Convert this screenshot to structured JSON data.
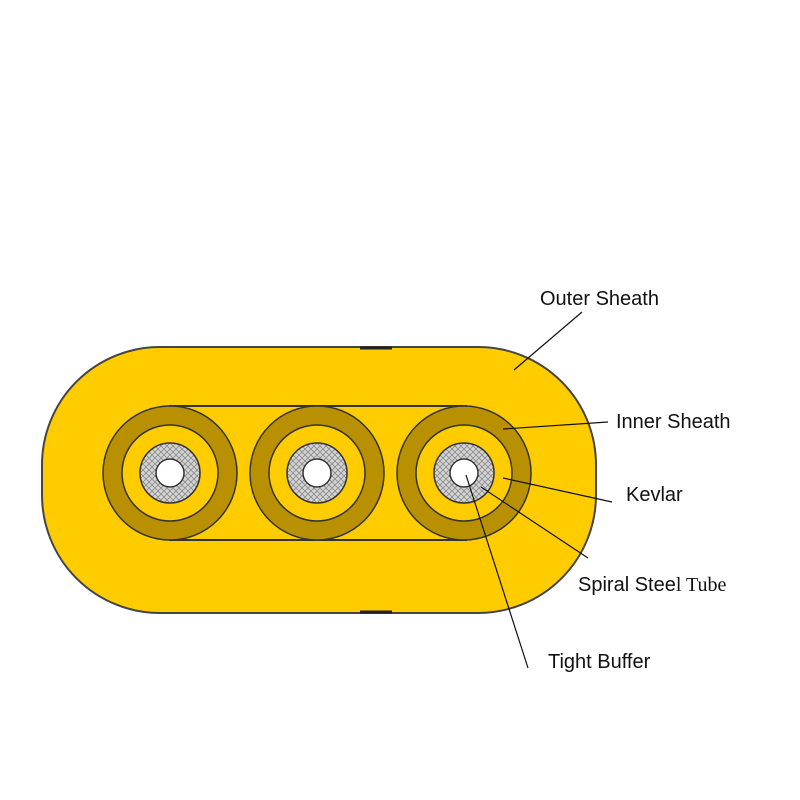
{
  "colors": {
    "outer_sheath": "#ffcc00",
    "inner_sheath": "#ffcc00",
    "ring": "#b89000",
    "kevlar_band": "#ffcc00",
    "steel_tube": "#c8c8c8",
    "outline": "#222222",
    "buffer": "#ffffff"
  },
  "labels": {
    "outer_sheath": "Outer Sheath",
    "inner_sheath": "Inner Sheath",
    "kevlar": "Kevlar",
    "spiral_steel_main": "Spiral Stee",
    "spiral_steel_tail": "l Tube",
    "tight_buffer": "Tight Buffer"
  },
  "units": [
    "unit-left",
    "unit-middle",
    "unit-right"
  ]
}
